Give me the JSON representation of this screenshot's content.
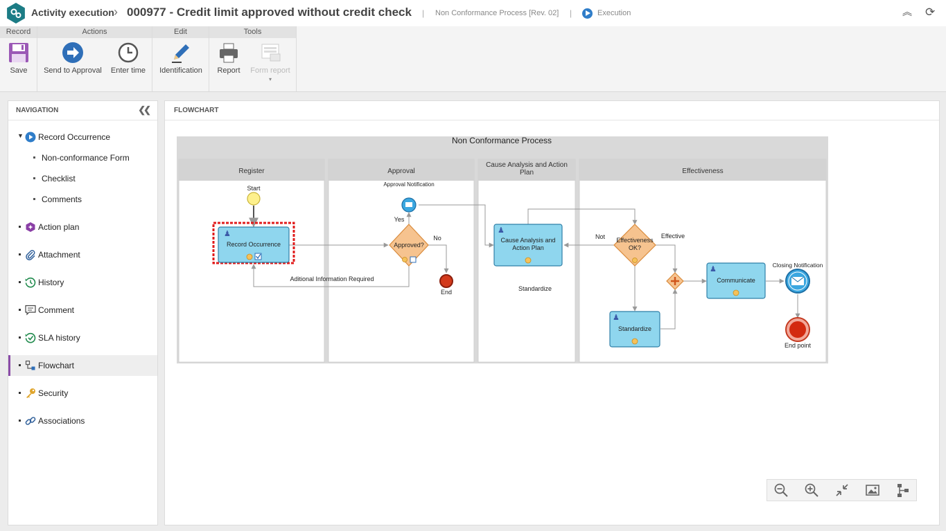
{
  "header": {
    "activity": "Activity execution",
    "record": "000977 - Credit limit approved without credit check",
    "process": "Non Conformance Process [Rev. 02]",
    "status": "Execution"
  },
  "ribbon": {
    "groups": [
      "Record",
      "Actions",
      "Edit",
      "Tools"
    ],
    "save": "Save",
    "send_to_approval": "Send to Approval",
    "enter_time": "Enter time",
    "identification": "Identification",
    "report": "Report",
    "form_report": "Form report"
  },
  "nav": {
    "title": "NAVIGATION",
    "items": [
      {
        "label": "Record Occurrence"
      },
      {
        "label": "Non-conformance Form"
      },
      {
        "label": "Checklist"
      },
      {
        "label": "Comments"
      },
      {
        "label": "Action plan"
      },
      {
        "label": "Attachment"
      },
      {
        "label": "History"
      },
      {
        "label": "Comment"
      },
      {
        "label": "SLA history"
      },
      {
        "label": "Flowchart"
      },
      {
        "label": "Security"
      },
      {
        "label": "Associations"
      }
    ]
  },
  "flowchart": {
    "title": "FLOWCHART",
    "pool": "Non Conformance Process",
    "lanes": [
      "Register",
      "Approval",
      "Cause Analysis and Action Plan",
      "Effectiveness"
    ],
    "nodes": {
      "start": "Start",
      "record": "Record Occurrence",
      "approval_notification": "Approval Notification",
      "approved": "Approved?",
      "end": "End",
      "cause": "Cause Analysis and Action Plan",
      "effectiveness": "Effectiveness OK?",
      "standardize": "Standardize",
      "communicate": "Communicate",
      "closing_notification": "Closing Notification",
      "end_point": "End point"
    },
    "labels": {
      "yes": "Yes",
      "no": "No",
      "additional": "Aditional Information Required",
      "not": "Not",
      "effective": "Effective",
      "standardize_path": "Standardize"
    },
    "colors": {
      "task_fill": "#8fd6ee",
      "task_stroke": "#2f7fa8",
      "gateway_fill": "#f6c38f",
      "gateway_stroke": "#d98b3c",
      "selection": "#e01b1b",
      "lane_header": "#d3d3d3"
    }
  },
  "zoom_tools": [
    "zoom-out",
    "zoom-in",
    "fit-to-screen",
    "export-image",
    "diagram-layout"
  ]
}
